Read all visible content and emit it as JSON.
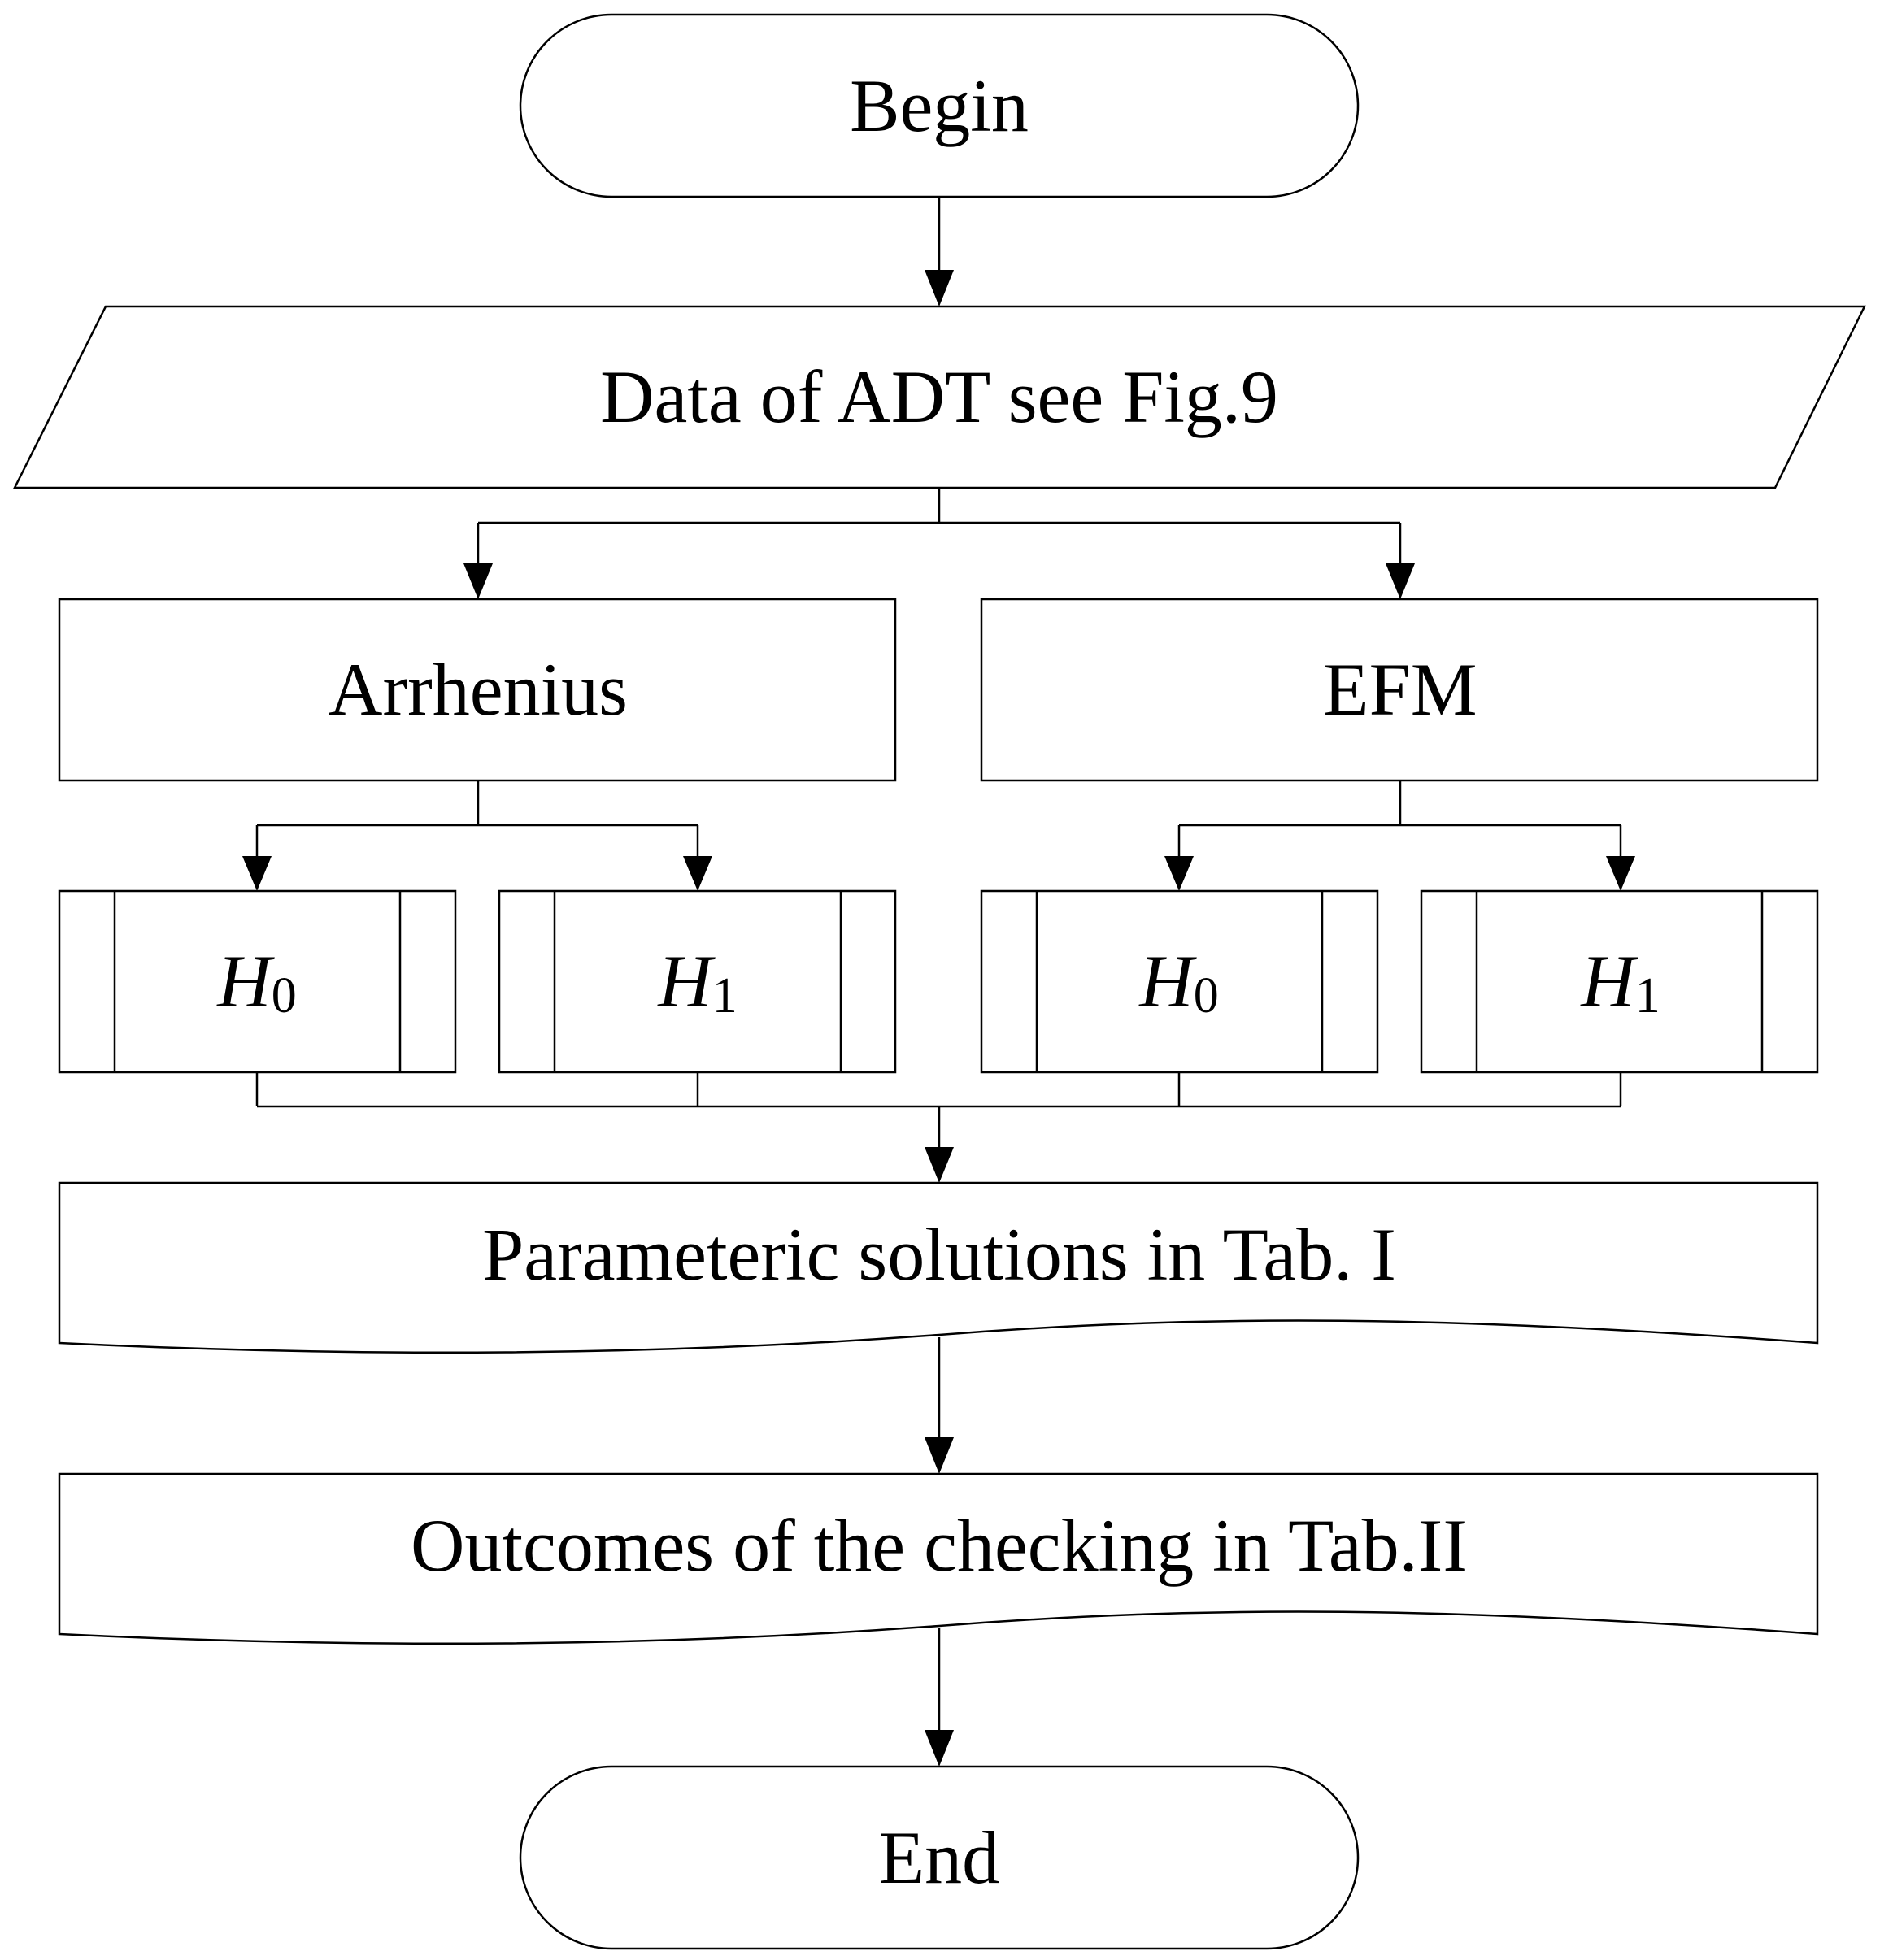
{
  "flowchart": {
    "begin": "Begin",
    "input": "Data of ADT see Fig.9",
    "branches": [
      {
        "model": "Arrhenius",
        "hypotheses": [
          {
            "symbol": "H",
            "subscript": "0"
          },
          {
            "symbol": "H",
            "subscript": "1"
          }
        ]
      },
      {
        "model": "EFM",
        "hypotheses": [
          {
            "symbol": "H",
            "subscript": "0"
          },
          {
            "symbol": "H",
            "subscript": "1"
          }
        ]
      }
    ],
    "parametric": "Parameteric solutions in Tab. I",
    "outcomes": "Outcomes of the checking in Tab.II",
    "end": "End"
  }
}
